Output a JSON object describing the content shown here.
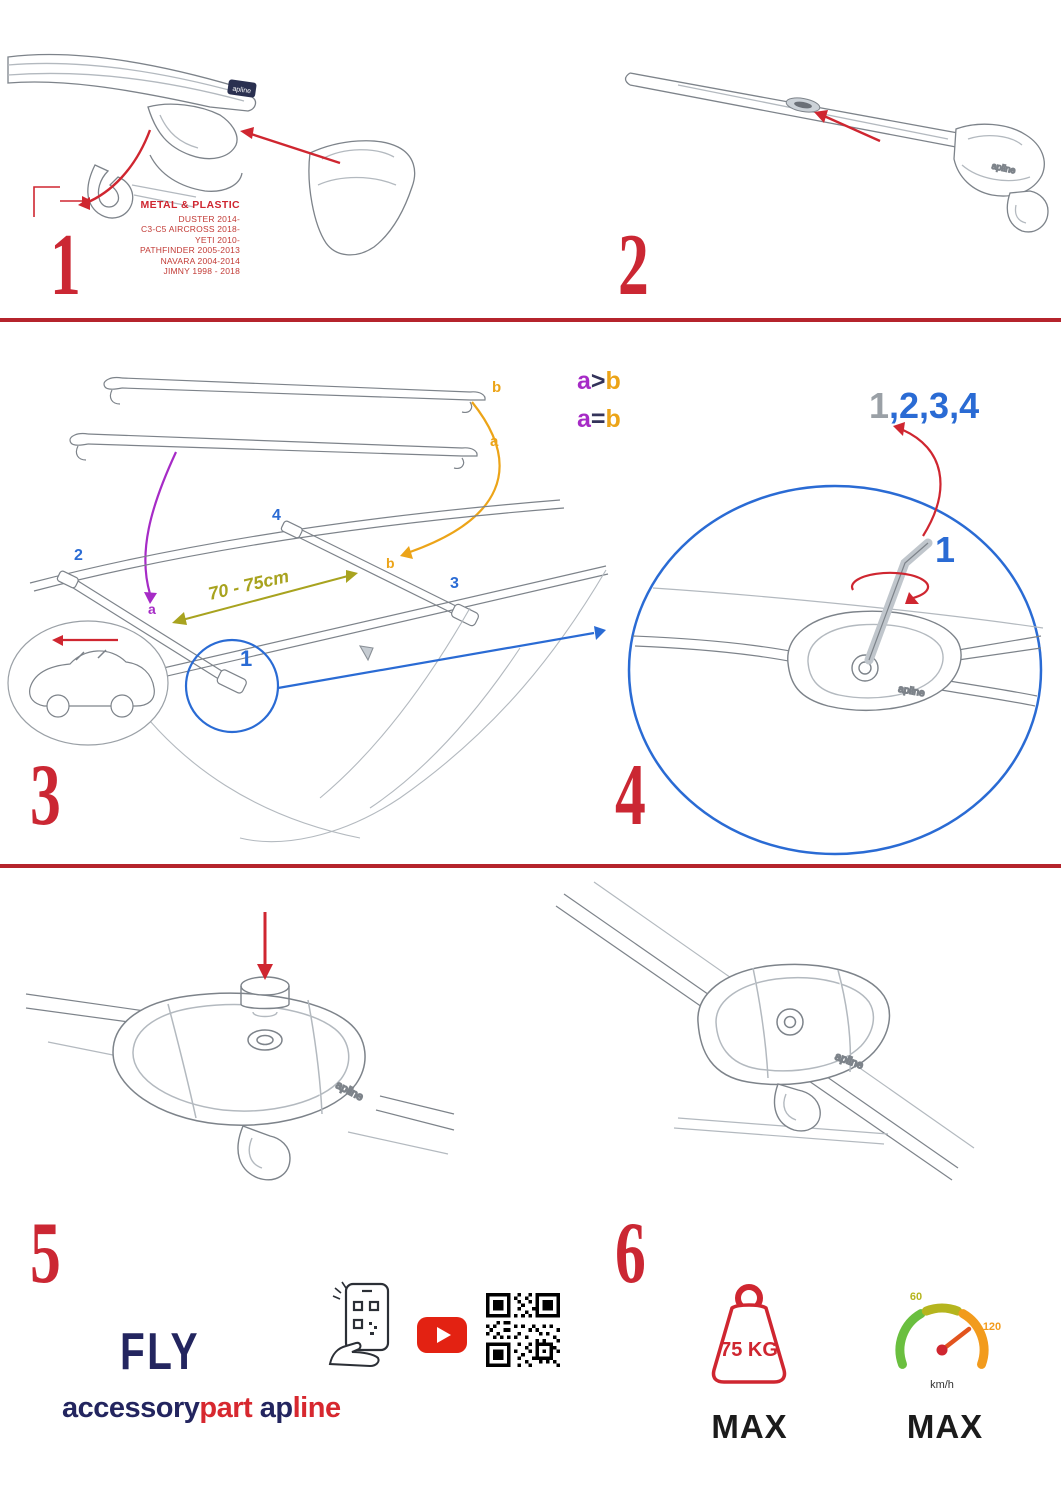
{
  "colors": {
    "red": "#cf2630",
    "blue": "#2a6bd4",
    "purple": "#a62bc6",
    "orange": "#eca418",
    "olive": "#a8a31f",
    "gray": "#9aa0a6",
    "navy": "#23255f"
  },
  "steps": {
    "one": {
      "number": "1",
      "material": "METAL & PLASTIC",
      "models": [
        "DUSTER 2014-",
        "C3-C5 AIRCROSS 2018-",
        "YETI 2010-",
        "PATHFINDER 2005-2013",
        "NAVARA 2004-2014",
        "JIMNY 1998 - 2018"
      ],
      "logo": "apline"
    },
    "two": {
      "number": "2",
      "logo": "apline"
    },
    "three": {
      "number": "3",
      "compare_top": {
        "left": "a",
        "op": ">",
        "right": "b"
      },
      "compare_bottom": {
        "left": "a",
        "op": "=",
        "right": "b"
      },
      "bar_label_b": "b",
      "bar_label_a": "a",
      "roof_label_b": "b",
      "roof_label_a": "a",
      "pos1": "1",
      "pos2": "2",
      "pos3": "3",
      "pos4": "4",
      "distance": "70 - 75cm"
    },
    "four": {
      "number": "4",
      "seq_first": "1",
      "seq_rest": ",2,3,4",
      "callout": "1",
      "logo": "apline"
    },
    "five": {
      "number": "5",
      "logo": "apline"
    },
    "six": {
      "number": "6",
      "logo": "apline"
    }
  },
  "footer": {
    "product": "FLY",
    "brand_accessory": "accessory",
    "brand_part": "part",
    "brand_ap": "ap",
    "brand_line": "line",
    "weight_value": "75 KG",
    "weight_max": "MAX",
    "speed_60": "60",
    "speed_120": "120",
    "speed_unit": "km/h",
    "speed_max": "MAX"
  }
}
